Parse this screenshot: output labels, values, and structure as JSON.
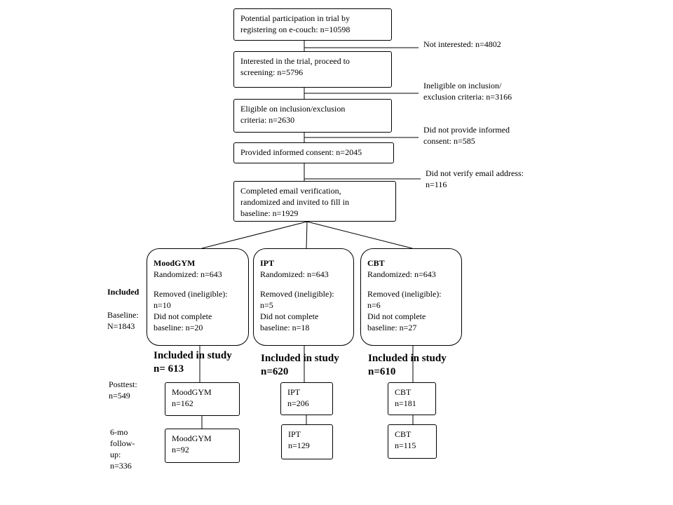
{
  "flow": {
    "registered": "Potential participation in trial by\nregistering on e-couch: n=10598",
    "interested": "Interested in the trial,  proceed to\nscreening: n=5796",
    "eligible": "Eligible  on inclusion/exclusion\ncriteria:  n=2630",
    "consented": "Provided informed  consent: n=2045",
    "verified": "Completed  email  verification,\nrandomized  and invited to fill  in\nbaseline: n=1929"
  },
  "exclusions": {
    "not_interested": "Not interested: n=4802",
    "ineligible": "Ineligible  on inclusion/\nexclusion criteria:  n=3166",
    "no_consent": "Did not provide informed\nconsent: n=585",
    "no_verify": "Did not verify email address:\nn=116"
  },
  "arms": [
    {
      "name": "MoodGYM",
      "randomized": "Randomized:  n=643",
      "removed": "Removed (ineligible):\nn=10",
      "no_baseline": "Did not complete\nbaseline: n=20",
      "included": "Included    in  study\nn= 613",
      "posttest": "MoodGYM\nn=162",
      "followup": "MoodGYM\nn=92"
    },
    {
      "name": "IPT",
      "randomized": "Randomized:  n=643",
      "removed": "Removed (ineligible):\nn=5",
      "no_baseline": "Did not complete\nbaseline: n=18",
      "included": "Included    in  study\nn=620",
      "posttest": "IPT\nn=206",
      "followup": "IPT\nn=129"
    },
    {
      "name": "CBT",
      "randomized": "Randomized:  n=643",
      "removed": "Removed (ineligible):\nn=6",
      "no_baseline": "Did not complete\nbaseline: n=27",
      "included": "Included    in  study\nn=610",
      "posttest": "CBT\nn=181",
      "followup": "CBT\nn=115"
    }
  ],
  "stages": {
    "included": "Included",
    "baseline": "Baseline:\nN=1843",
    "posttest": "Posttest:\nn=549",
    "followup": "6-mo\nfollow-\nup:\nn=336"
  }
}
